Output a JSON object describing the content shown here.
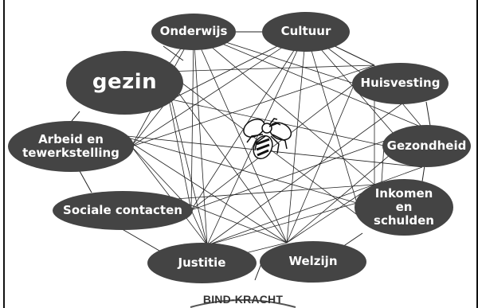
{
  "nodes": {
    "onderwijs": "Onderwijs",
    "cultuur": "Cultuur",
    "gezin": "gezin",
    "huisvesting": "Huisvesting",
    "arbeid": "Arbeid en tewerkstelling",
    "gezondheid": "Gezondheid",
    "sociale": "Sociale contacten",
    "inkomen": "Inkomen en schulden",
    "justitie": "Justitie",
    "welzijn": "Welzijn"
  },
  "center_icon": "bee-icon",
  "logo": {
    "text": "BIND-KRACHT"
  },
  "colors": {
    "node_fill": "#444444",
    "node_text": "#ffffff",
    "lines": "#222222"
  }
}
